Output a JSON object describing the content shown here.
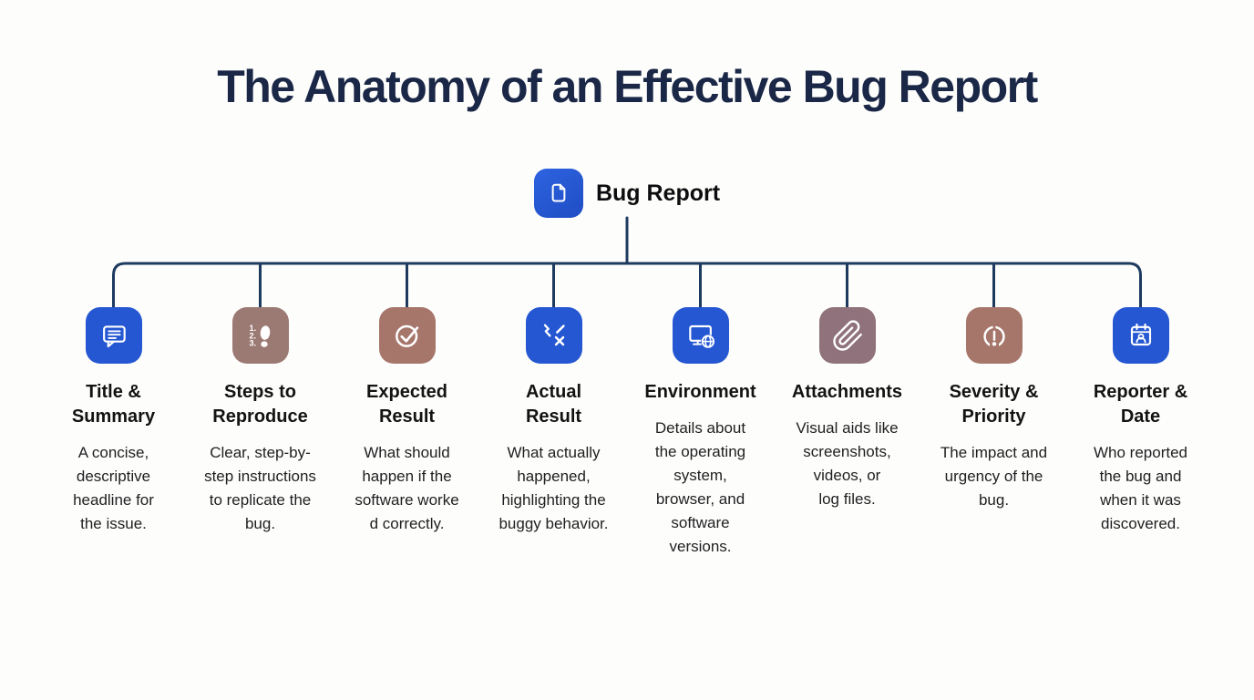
{
  "title": "The Anatomy of an Effective Bug Report",
  "root": {
    "label": "Bug Report",
    "icon": "document-icon"
  },
  "colors": {
    "accent_blue": "#2557d2",
    "mauve": "#9c7a74",
    "brown": "#a6766b",
    "mauve_gray": "#8f727b",
    "connector_navy": "#1e3a5f",
    "title_navy": "#1a2746",
    "background": "#fdfdfb"
  },
  "steps_icon": {
    "lines": [
      "1.",
      "2.",
      "3."
    ]
  },
  "branches": [
    {
      "heading": "Title &\nSummary",
      "body": "A concise,\ndescriptive\nheadline for\nthe issue.",
      "icon": "chat-bubble-icon",
      "tone": "blue"
    },
    {
      "heading": "Steps to\nReproduce",
      "body": "Clear, step-by-\nstep instructions\nto replicate the\nbug.",
      "icon": "numbered-steps-footprint-icon",
      "tone": "mauve"
    },
    {
      "heading": "Expected\nResult",
      "body": "What should\nhappen if the\nsoftware worke\nd correctly.",
      "icon": "check-circle-icon",
      "tone": "brown"
    },
    {
      "heading": "Actual\nResult",
      "body": "What actually\nhappened,\nhighlighting the\nbuggy behavior.",
      "icon": "broken-cross-icon",
      "tone": "blue"
    },
    {
      "heading": "Environment",
      "body": "Details about\nthe operating\nsystem,\nbrowser, and\nsoftware\nversions.",
      "icon": "monitor-globe-icon",
      "tone": "blue"
    },
    {
      "heading": "Attachments",
      "body": "Visual aids like\nscreenshots,\nvideos, or\nlog files.",
      "icon": "paperclip-icon",
      "tone": "mauvegray"
    },
    {
      "heading": "Severity &\nPriority",
      "body": "The impact and\nurgency of the\nbug.",
      "icon": "gauge-alert-icon",
      "tone": "brown"
    },
    {
      "heading": "Reporter &\nDate",
      "body": "Who reported\nthe bug and\nwhen it was\ndiscovered.",
      "icon": "calendar-user-icon",
      "tone": "blue"
    }
  ]
}
